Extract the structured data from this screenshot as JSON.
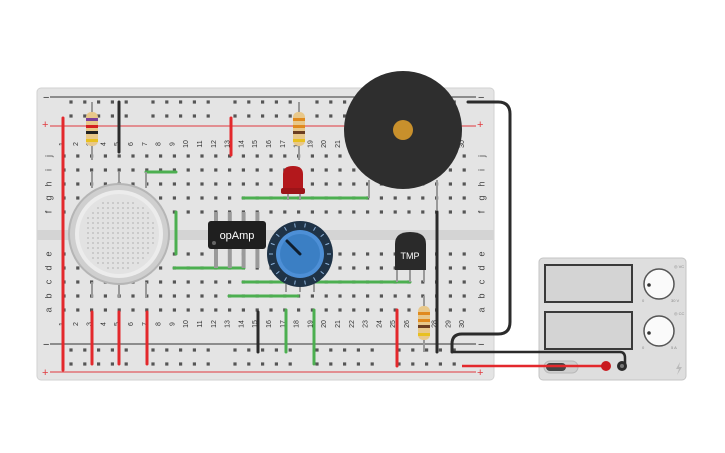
{
  "breadboard": {
    "row_labels_top": [
      "j",
      "i",
      "h",
      "g",
      "f"
    ],
    "row_labels_bottom": [
      "e",
      "d",
      "c",
      "b",
      "a"
    ],
    "column_numbers": [
      "1",
      "2",
      "3",
      "4",
      "5",
      "6",
      "7",
      "8",
      "9",
      "10",
      "11",
      "12",
      "13",
      "14",
      "15",
      "16",
      "17",
      "18",
      "19",
      "20",
      "21",
      "22",
      "23",
      "24",
      "25",
      "26",
      "27",
      "28",
      "29",
      "30"
    ],
    "rail_plus": "+",
    "rail_minus": "−"
  },
  "components": {
    "opamp_label": "opAmp",
    "tmp_label": "TMP"
  },
  "colors": {
    "board": "#e6e6e6",
    "rail_red": "#e0393e",
    "rail_black": "#333333",
    "wire_red": "#e3282c",
    "wire_black": "#2b2b2b",
    "wire_green": "#4caf50",
    "pot_blue": "#3b7fc4",
    "led_red": "#b3181c",
    "buzzer": "#2e2e2e",
    "buzzer_center": "#c8902c"
  },
  "power_supply": {
    "knob1_max": "30 V",
    "knob1_min": "0",
    "knob2_max": "5 A",
    "knob2_min": "0",
    "mode1": "◎ VC",
    "mode2": "◎ CC"
  }
}
